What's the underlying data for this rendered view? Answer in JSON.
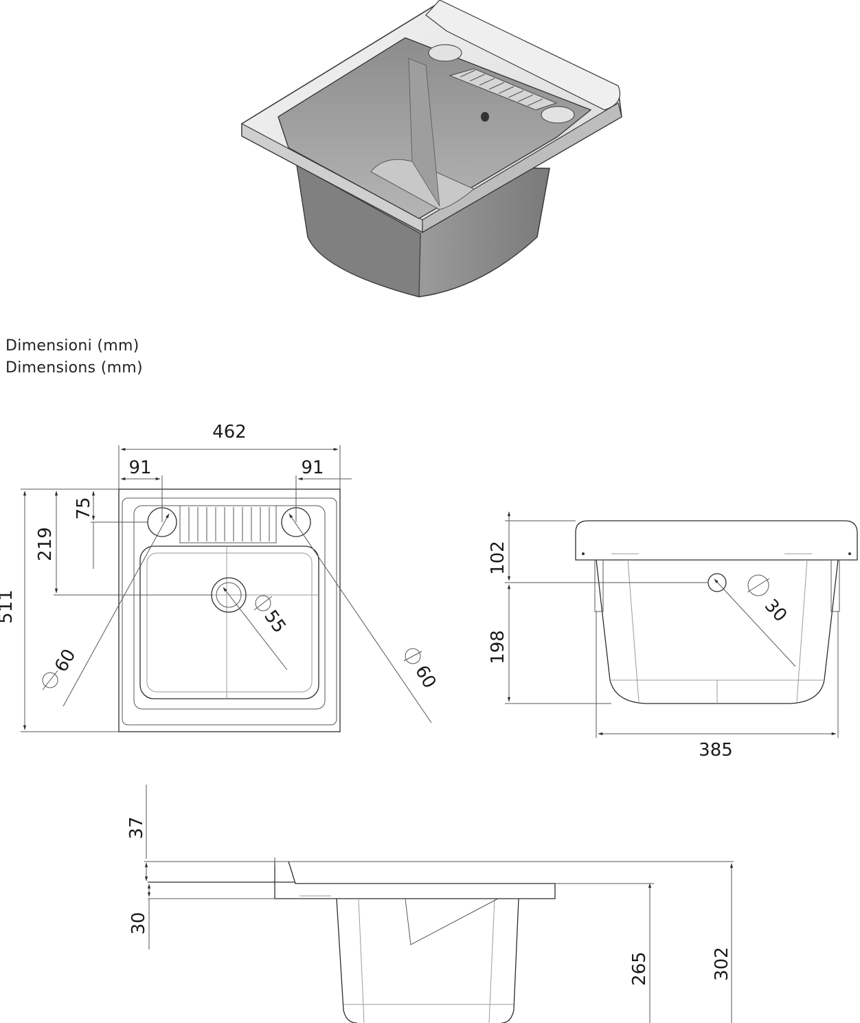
{
  "captions": {
    "italian": "Dimensioni (mm)",
    "english": "Dimensions (mm)"
  },
  "top_view": {
    "overall_width": "462",
    "left_hole_offset": "91",
    "right_hole_offset": "91",
    "overall_depth": "511",
    "drain_offset": "219",
    "hole_offset": "75",
    "drain_diameter": "55",
    "left_hole_diameter": "60",
    "right_hole_diameter": "60",
    "diameter_symbol": "⌀"
  },
  "side_view": {
    "top_height": "102",
    "basin_height": "198",
    "bottom_width": "385",
    "overflow_diameter": "30"
  },
  "front_view": {
    "rim_height": "37",
    "lip_height": "30",
    "basin_depth": "265",
    "total_height": "302"
  },
  "colors": {
    "line": "#2b2b2b",
    "render_shade": "#8a8a8a",
    "render_light": "#f2f2f2"
  }
}
